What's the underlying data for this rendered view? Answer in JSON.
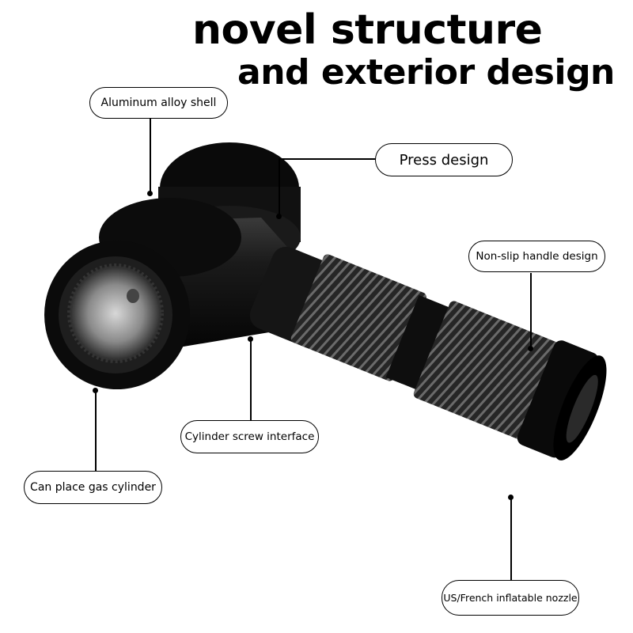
{
  "headline": {
    "line1": "novel structure",
    "line2": "and exterior design"
  },
  "callouts": {
    "shell": "Aluminum alloy shell",
    "press": "Press design",
    "handle": "Non-slip handle design",
    "interface": "Cylinder screw interface",
    "cylinder": "Can place gas cylinder",
    "nozzle": "US/French inflatable nozzle"
  },
  "colors": {
    "background": "#ffffff",
    "text": "#000000",
    "product": "#111111"
  }
}
